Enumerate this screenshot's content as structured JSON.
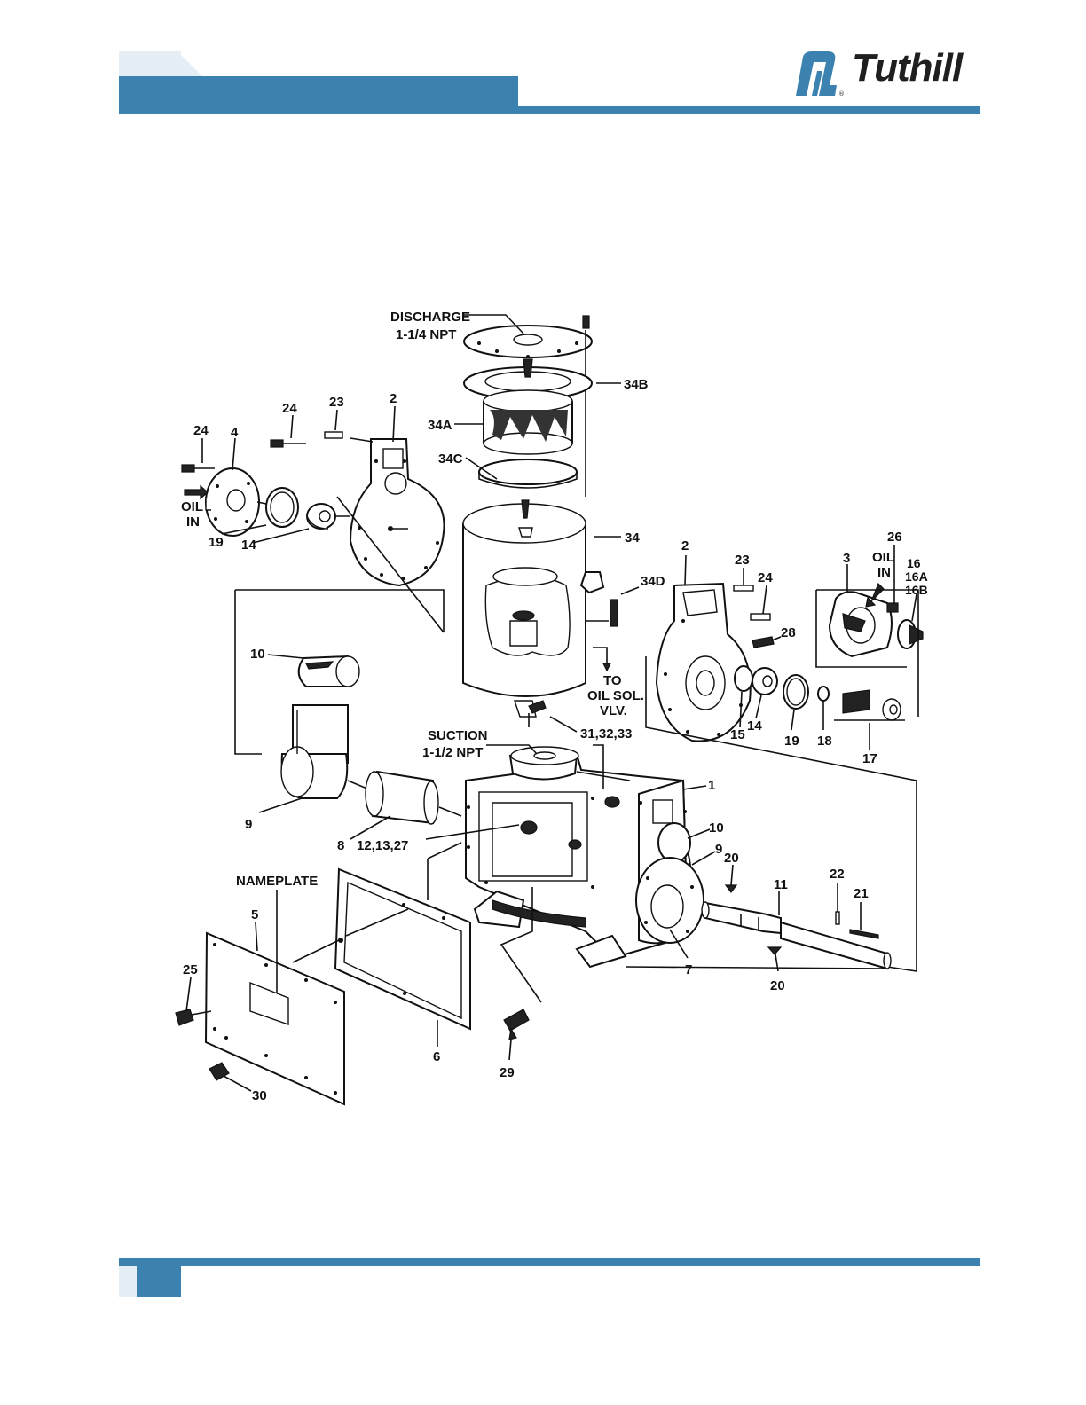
{
  "brand": {
    "name": "Tuthill",
    "color": "#3b82b0"
  },
  "labels": {
    "discharge": "DISCHARGE",
    "discharge_size": "1-1/4 NPT",
    "suction": "SUCTION",
    "suction_size": "1-1/2 NPT",
    "nameplate": "NAMEPLATE",
    "oil": "OIL",
    "in": "IN",
    "to": "TO",
    "oil_sol": "OIL SOL.",
    "vlv": "VLV."
  },
  "callouts": {
    "c34b": "34B",
    "c34a": "34A",
    "c34c": "34C",
    "c34": "34",
    "c34d": "34D",
    "c24a": "24",
    "c4": "4",
    "c24b": "24",
    "c23a": "23",
    "c2a": "2",
    "c19a": "19",
    "c14a": "14",
    "c10a": "10",
    "c9a": "9",
    "c8": "8",
    "c121327": "12,13,27",
    "c313233": "31,32,33",
    "c2b": "2",
    "c23b": "23",
    "c24c": "24",
    "c3": "3",
    "c26": "26",
    "c16": "16",
    "c16a": "16A",
    "c16b": "16B",
    "c28": "28",
    "c15": "15",
    "c14b": "14",
    "c19b": "19",
    "c18": "18",
    "c17": "17",
    "c1": "1",
    "c10b": "10",
    "c9b": "9",
    "c20a": "20",
    "c11": "11",
    "c22": "22",
    "c21": "21",
    "c20b": "20",
    "c7": "7",
    "c5": "5",
    "c25": "25",
    "c30": "30",
    "c6": "6",
    "c29": "29"
  }
}
